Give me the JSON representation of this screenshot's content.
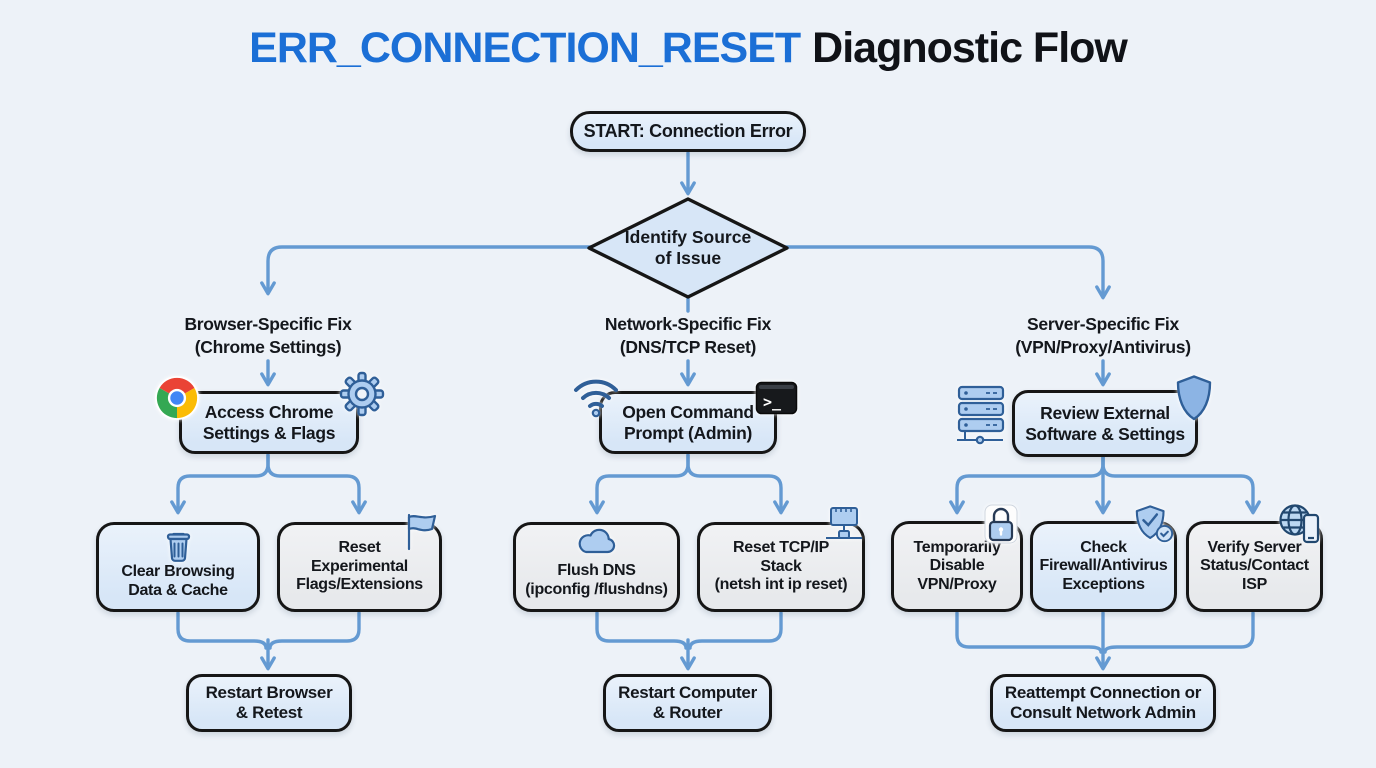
{
  "title": {
    "accent": "ERR_CONNECTION_RESET",
    "rest": "Diagnostic Flow"
  },
  "theme": {
    "background": "#edf2f8",
    "node_border": "#161616",
    "arrow_color": "#649ad2",
    "node_fill_blue": "#d7e6f7",
    "node_fill_gray": "#e7e9ec",
    "text_color": "#14171c",
    "title_accent_color": "#1b6fd6",
    "title_text_color": "#101217",
    "icon_fill": "#aecdf0",
    "icon_stroke": "#2f5f98",
    "chrome_red": "#ea4335",
    "chrome_green": "#34a853",
    "chrome_yellow": "#fbbc05",
    "chrome_blue": "#4286f5"
  },
  "flow": {
    "start": "START: Connection Error",
    "decision": "Identify Source\nof Issue",
    "branches": [
      {
        "header": "Browser-Specific Fix\n(Chrome Settings)",
        "action": "Access Chrome\nSettings & Flags",
        "action_icons": [
          "chrome-icon",
          "gear-icon"
        ],
        "steps": [
          {
            "label": "Clear Browsing\nData & Cache",
            "icon": "trash-icon"
          },
          {
            "label": "Reset\nExperimental\nFlags/Extensions",
            "icon": "flag-icon"
          }
        ],
        "result": "Restart Browser\n& Retest"
      },
      {
        "header": "Network-Specific Fix\n(DNS/TCP Reset)",
        "action": "Open Command\nPrompt (Admin)",
        "action_icons": [
          "wifi-icon",
          "terminal-icon"
        ],
        "steps": [
          {
            "label": "Flush DNS\n(ipconfig /flushdns)",
            "icon": "cloud-icon"
          },
          {
            "label": "Reset TCP/IP\nStack\n(netsh int ip reset)",
            "icon": "network-port-icon"
          }
        ],
        "result": "Restart Computer\n& Router"
      },
      {
        "header": "Server-Specific Fix\n(VPN/Proxy/Antivirus)",
        "action": "Review External\nSoftware & Settings",
        "action_icons": [
          "server-rack-icon",
          "shield-icon"
        ],
        "steps": [
          {
            "label": "Temporarily\nDisable\nVPN/Proxy",
            "icon": "lock-icon"
          },
          {
            "label": "Check\nFirewall/Antivirus\nExceptions",
            "icon": "shield-check-icon"
          },
          {
            "label": "Verify Server\nStatus/Contact\nISP",
            "icon": "globe-phone-icon"
          }
        ],
        "result": "Reattempt Connection or\nConsult Network Admin"
      }
    ]
  }
}
